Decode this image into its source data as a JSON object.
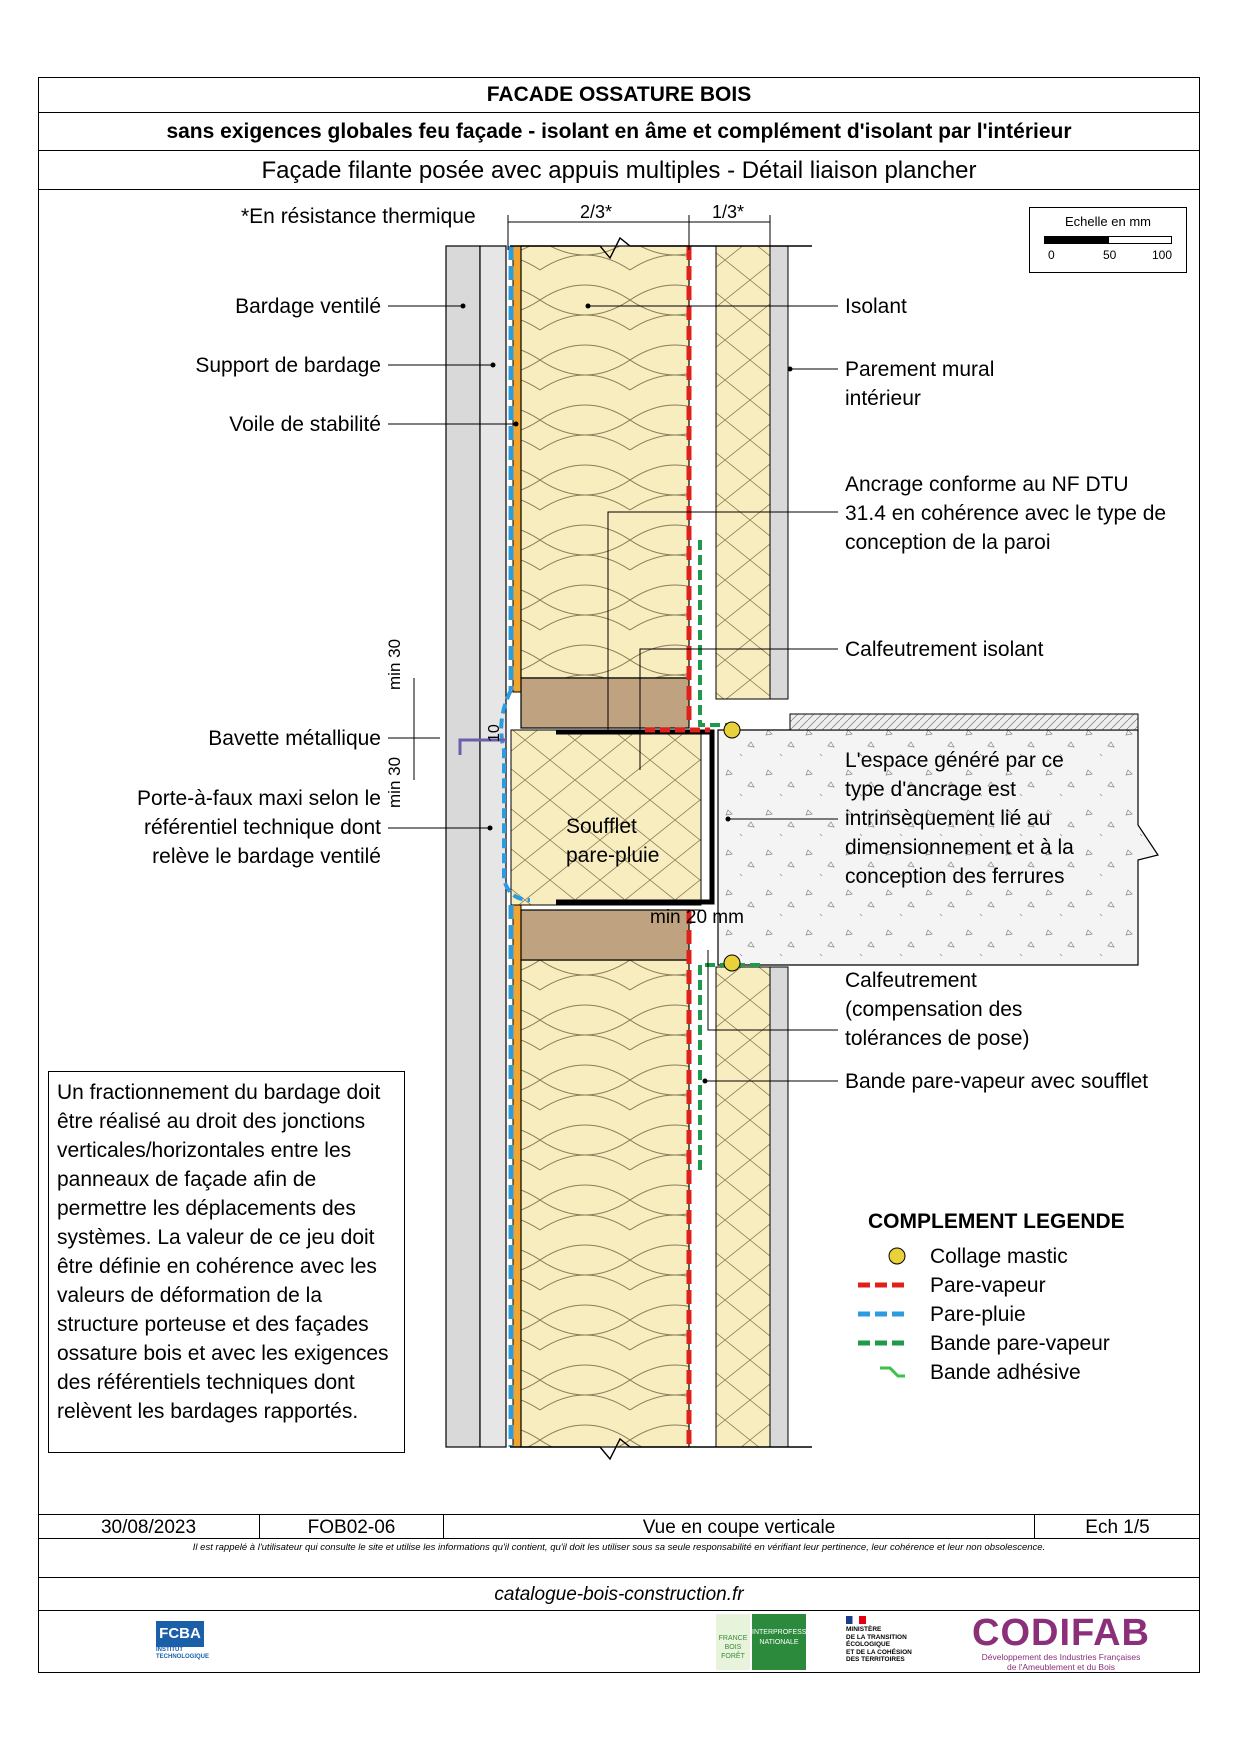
{
  "header": {
    "title": "FACADE OSSATURE BOIS",
    "subtitle": "sans exigences globales feu façade - isolant en âme et complément d'isolant par l'intérieur",
    "detail_title": "Façade filante posée avec appuis multiples - Détail liaison plancher"
  },
  "drawing": {
    "thermal_note": "*En résistance thermique",
    "dim_2_3": "2/3*",
    "dim_1_3": "1/3*",
    "dim_min30_top": "min 30",
    "dim_min30_bottom": "min 30",
    "dim_10": "10",
    "dim_min20": "min 20 mm",
    "soufflet_line1": "Soufflet",
    "soufflet_line2": "pare-pluie"
  },
  "scale": {
    "caption": "Echelle en mm",
    "ticks": [
      "0",
      "50",
      "100"
    ]
  },
  "labels_left": {
    "bardage": "Bardage ventilé",
    "support": "Support de bardage",
    "voile": "Voile de stabilité",
    "bavette": "Bavette métallique",
    "porte_line1": "Porte-à-faux maxi selon le",
    "porte_line2": "référentiel technique dont",
    "porte_line3": "relève le bardage ventilé"
  },
  "labels_right": {
    "isolant": "Isolant",
    "parement_line1": "Parement mural",
    "parement_line2": "intérieur",
    "ancrage_line1": "Ancrage conforme au NF DTU",
    "ancrage_line2": "31.4 en cohérence avec le type de",
    "ancrage_line3": "conception de la paroi",
    "calfeutrement_isolant": "Calfeutrement isolant",
    "espace_line1": "L'espace généré par ce",
    "espace_line2": "type d'ancrage est",
    "espace_line3": "intrinsèquement lié au",
    "espace_line4": "dimensionnement et à la",
    "espace_line5": "conception des ferrures",
    "calf_line1": "Calfeutrement",
    "calf_line2": "(compensation des",
    "calf_line3": "tolérances de pose)",
    "bande_pv_soufflet": "Bande pare-vapeur avec soufflet"
  },
  "note": "Un fractionnement du bardage doit être réalisé au droit des jonctions verticales/horizontales entre les panneaux de façade afin de permettre les déplacements des systèmes. La valeur de ce jeu doit être définie en cohérence avec les valeurs de déformation de la structure porteuse et des façades ossature bois et avec les exigences des référentiels techniques dont relèvent les bardages rapportés.",
  "legend": {
    "title": "COMPLEMENT LEGENDE",
    "items": [
      {
        "label": "Collage mastic",
        "symbol": "mastic-icon",
        "color": "#e8d13a"
      },
      {
        "label": "Pare-vapeur",
        "symbol": "vapor-barrier-icon",
        "color": "#e0201b"
      },
      {
        "label": "Pare-pluie",
        "symbol": "rain-barrier-icon",
        "color": "#2d9be0"
      },
      {
        "label": "Bande pare-vapeur",
        "symbol": "vapor-band-icon",
        "color": "#1f9a4a"
      },
      {
        "label": "Bande adhésive",
        "symbol": "adhesive-band-icon",
        "color": "#3cc24a"
      }
    ]
  },
  "footer": {
    "date": "30/08/2023",
    "reference": "FOB02-06",
    "view": "Vue en coupe verticale",
    "scale": "Ech 1/5",
    "disclaimer": "Il est rappelé à l'utilisateur qui consulte le site et utilise les informations qu'il contient, qu'il doit les utiliser sous sa seule responsabilité en vérifiant leur pertinence, leur cohérence et leur non obsolescence.",
    "website": "catalogue-bois-construction.fr"
  },
  "logos": {
    "fcba": "FCBA",
    "fcba_sub1": "INSTITUT",
    "fcba_sub2": "TECHNOLOGIQUE",
    "franceboisforet": "FRANCE BOIS FORÊT",
    "interprofession_line1": "INTERPROFESSION",
    "interprofession_line2": "NATIONALE",
    "ministere_line1": "MINISTÈRE",
    "ministere_line2": "DE LA TRANSITION",
    "ministere_line3": "ÉCOLOGIQUE",
    "ministere_line4": "ET DE LA COHÉSION",
    "ministere_line5": "DES TERRITOIRES",
    "codifab": "CODIFAB",
    "codifab_sub1": "Développement des Industries Françaises",
    "codifab_sub2": "de l'Ameublement et du Bois"
  },
  "colors": {
    "insulation": "#f8edbf",
    "timber": "#bfa27f",
    "cladding": "#d9d9d9",
    "osb": "#f0a530",
    "concrete": "#f4f4f4"
  }
}
